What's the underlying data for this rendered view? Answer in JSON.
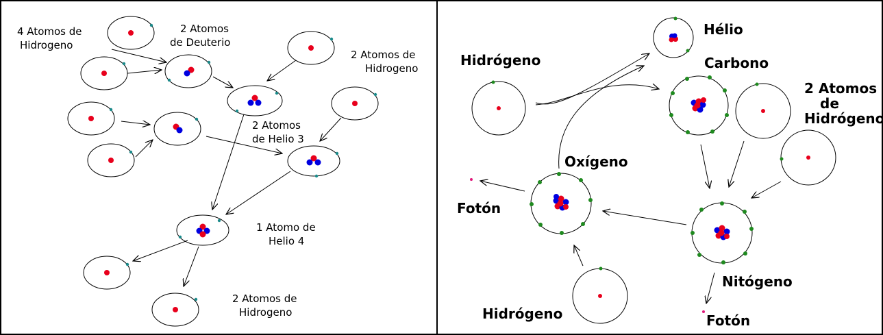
{
  "left_panel": {
    "labels": {
      "four_hydrogen": [
        "4 Atomos de",
        "Hidrogeno"
      ],
      "two_deuterium": [
        "2 Atomos",
        "de Deuterio"
      ],
      "two_hydrogen_top": [
        "2 Atomos de",
        "Hidrogeno"
      ],
      "two_helium3": [
        "2 Atomos",
        "de Helio 3"
      ],
      "one_helium4": [
        "1 Atomo de",
        "Helio 4"
      ],
      "two_hydrogen_bottom": [
        "2 Atomos de",
        "Hidrogeno"
      ]
    }
  },
  "right_panel": {
    "labels": {
      "helio": "Hélio",
      "hidrogeno_top": "Hidrógeno",
      "carbono": "Carbono",
      "two_hydrogen": [
        "2 Atomos",
        "de",
        "Hidrógeno"
      ],
      "oxigeno": "Oxígeno",
      "foton_left": "Fotón",
      "nitogeno": "Nitógeno",
      "hidrogeno_bottom": "Hidrógeno",
      "foton_bottom": "Fotón"
    }
  },
  "colors": {
    "proton": "#e8001c",
    "neutron": "#0000e0",
    "electron_left": "#1a8a8a",
    "electron_right": "#1f8a1f",
    "photon": "#e0187a",
    "line": "#000000"
  }
}
